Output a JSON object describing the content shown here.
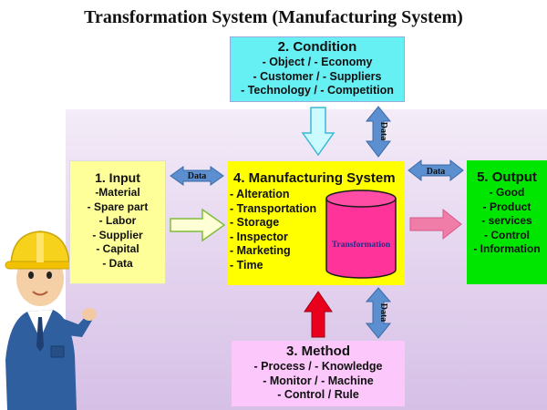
{
  "title": "Transformation System (Manufacturing System)",
  "condition": {
    "heading": "2. Condition",
    "items": [
      "- Object  / - Economy",
      "- Customer / - Suppliers",
      "- Technology / - Competition"
    ]
  },
  "input": {
    "heading": "1. Input",
    "items": [
      "-Material",
      "- Spare part",
      "- Labor",
      "- Supplier",
      "- Capital",
      "- Data"
    ]
  },
  "manufacturing": {
    "heading": "4. Manufacturing System",
    "items": [
      "- Alteration",
      "- Transportation",
      "- Storage",
      "- Inspector",
      "- Marketing",
      "- Time"
    ],
    "cylinder_label": "Transformation"
  },
  "output": {
    "heading": "5. Output",
    "items": [
      "- Good",
      "- Product",
      "- services",
      "- Control",
      "- Information"
    ]
  },
  "method": {
    "heading": "3. Method",
    "items": [
      "- Process / - Knowledge",
      "- Monitor / - Machine",
      "- Control / Rule"
    ]
  },
  "arrows": {
    "input_mfg_label": "Data",
    "mfg_output_label": "Data",
    "condition_mfg_label": "Data",
    "method_mfg_label": "Data"
  },
  "colors": {
    "condition": "#66f0f4",
    "input": "#ffff99",
    "manufacturing": "#ffff00",
    "output": "#00e600",
    "method": "#fcc8fc",
    "data_arrow": "#4f81bd",
    "cylinder": "#ff3399"
  }
}
